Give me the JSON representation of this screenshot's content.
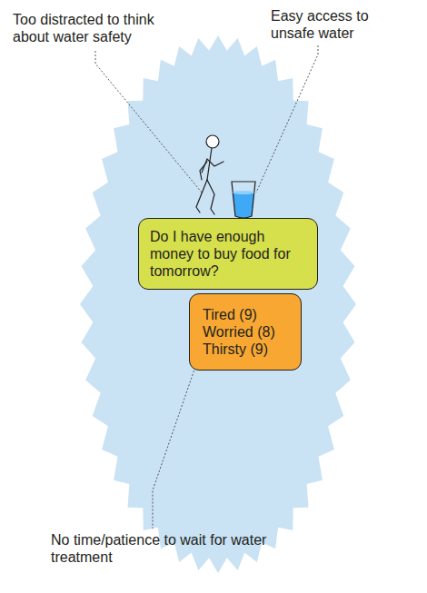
{
  "diagram": {
    "nodes": [
      {
        "text": [
          "Do I have enough money to buy food for tomorrow?"
        ]
      },
      {
        "text": [
          "Tired (9)",
          "Worried (8)",
          "Thirsty (9)"
        ]
      }
    ],
    "labels": [
      "Too distracted to think about water safety",
      "Easy access to unsafe water",
      "No time/patience to wait for water treatment"
    ]
  }
}
